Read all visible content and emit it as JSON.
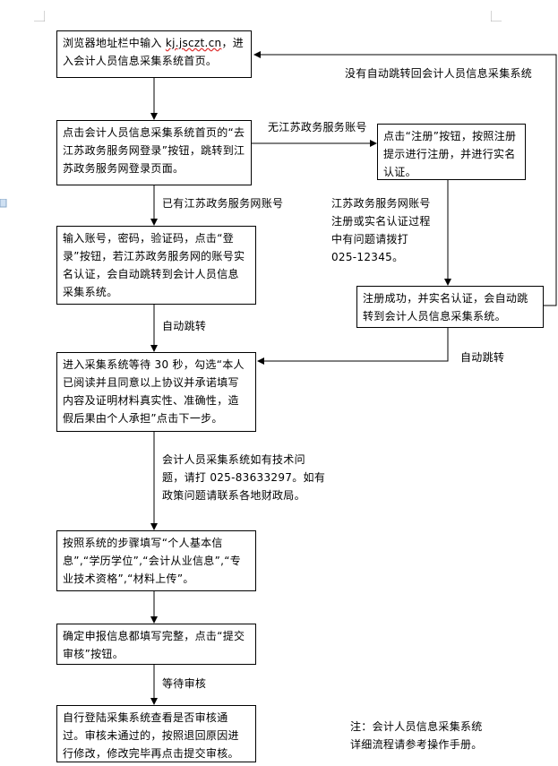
{
  "boxes": {
    "b1": {
      "prefix": "浏览器地址栏中输入 ",
      "url": "kj.jsczt.cn",
      "suffix": "，进入会计人员信息采集系统首页。"
    },
    "b2": {
      "text": "点击会计人员信息采集系统首页的“去江苏政务服务网登录”按钮，跳转到江苏政务服务网登录页面。"
    },
    "b3": {
      "text": "输入账号，密码，验证码，点击“登录”按钮，若江苏政务服务网的账号实名认证，会自动跳转到会计人员信息采集系统。"
    },
    "b4": {
      "text": "进入采集系统等待 30 秒，勾选“本人已阅读并且同意以上协议并承诺填写内容及证明材料真实性、准确性，造假后果由个人承担”点击下一步。"
    },
    "b5": {
      "text": "按照系统的步骤填写“个人基本信息”,“学历学位”,“会计从业信息”,“专业技术资格”,“材料上传”。"
    },
    "b6": {
      "text": "确定申报信息都填写完整，点击“提交审核”按钮。"
    },
    "b7": {
      "text": "自行登陆采集系统查看是否审核通过。审核未通过的，按照退回原因进行修改，修改完毕再点击提交审核。"
    },
    "r1": {
      "text": "点击“注册”按钮，按照注册提示进行注册，并进行实名认证。"
    },
    "r2": {
      "text": "注册成功，并实名认证，会自动跳转到会计人员信息采集系统。"
    }
  },
  "labels": {
    "no_redirect": "没有自动跳转回会计人员信息采集系统",
    "no_account": "无江苏政务服务账号",
    "has_account": "已有江苏政务服务网账号",
    "register_help": "江苏政务服务网账号\n注册或实名认证过程\n中有问题请拨打\n025-12345。",
    "auto_jump_1": "自动跳转",
    "auto_jump_2": "自动跳转",
    "tech_help": "会计人员采集系统如有技术问\n题，请打 025-83633297。如有\n政策问题请联系各地财政局。",
    "wait_review": "等待审核",
    "note": "注：会计人员信息采集系统\n详细流程请参考操作手册。"
  }
}
